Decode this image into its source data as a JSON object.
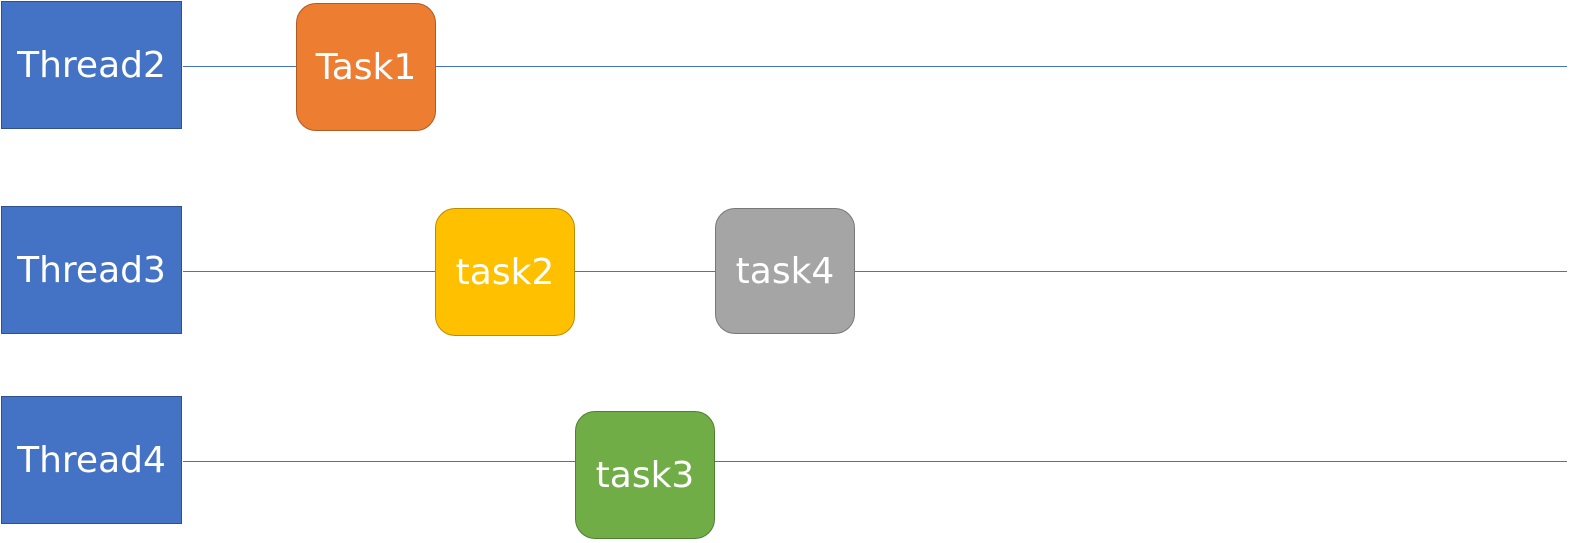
{
  "colors": {
    "thread_fill": "#4472C4",
    "lane_line": "#4472C4"
  },
  "threads": [
    {
      "label": "Thread2",
      "tasks": [
        {
          "label": "Task1",
          "fill": "#ED7D31",
          "border": "#AE5A21"
        }
      ]
    },
    {
      "label": "Thread3",
      "tasks": [
        {
          "label": "task2",
          "fill": "#FFC000",
          "border": "#BC8C00"
        },
        {
          "label": "task4",
          "fill": "#A5A5A5",
          "border": "#787878"
        }
      ]
    },
    {
      "label": "Thread4",
      "tasks": [
        {
          "label": "task3",
          "fill": "#70AD47",
          "border": "#507E32"
        }
      ]
    }
  ]
}
